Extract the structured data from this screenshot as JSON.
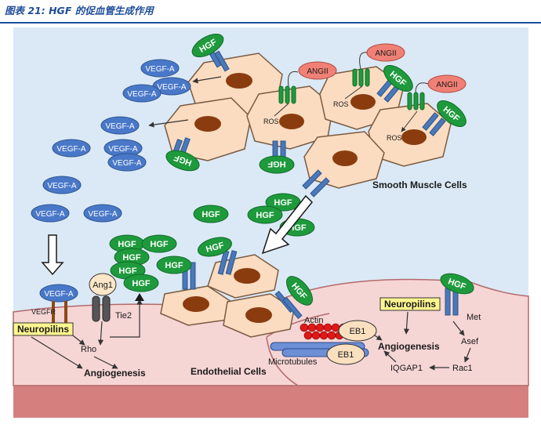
{
  "caption": "图表 21:  HGF 的促血管生成作用",
  "labels": {
    "vegfa": "VEGF-A",
    "hgf": "HGF",
    "angii": "ANGII",
    "ros": "ROS",
    "smooth_muscle_cells": "Smooth Muscle Cells",
    "endothelial_cells": "Endothelial Cells",
    "neuropilins": "Neuropilins",
    "vegfr": "VEGFR",
    "ang1": "Ang1",
    "tie2": "Tie2",
    "rho": "Rho",
    "angiogenesis": "Angiogenesis",
    "actin": "Actin",
    "eb1": "EB1",
    "microtubules": "Microtubules",
    "iqgap1": "IQGAP1",
    "rac1": "Rac1",
    "asef": "Asef",
    "met": "Met"
  }
}
